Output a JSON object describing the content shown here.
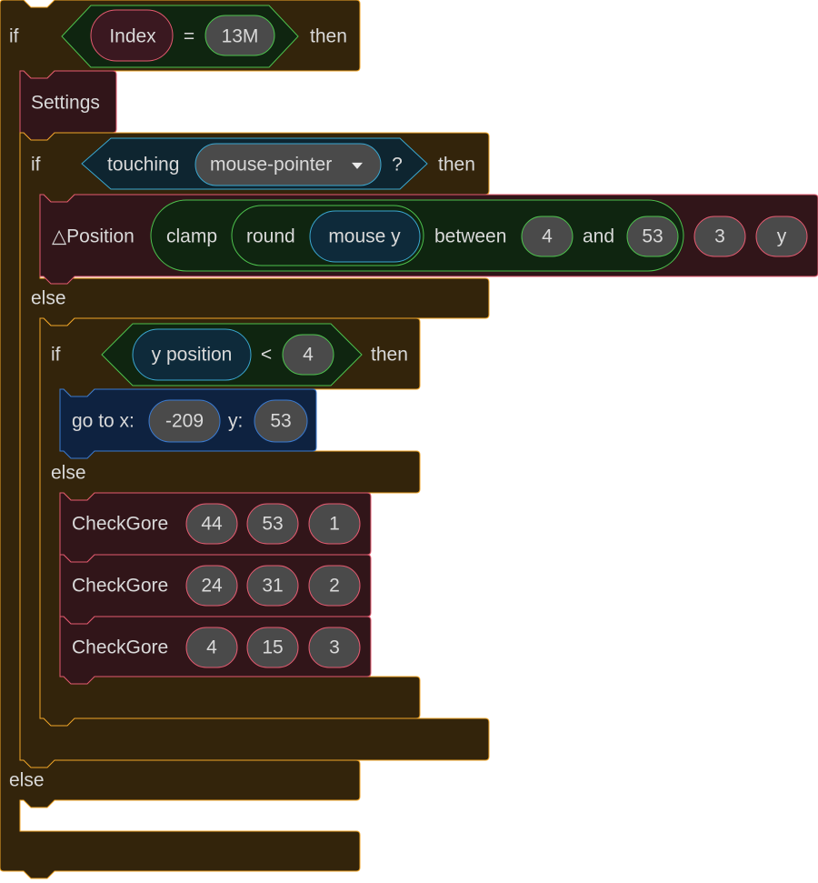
{
  "script": {
    "outer_if": {
      "if_label": "if",
      "then_label": "then",
      "else_label": "else",
      "condition": {
        "left_var": "Index",
        "operator": "=",
        "right_value": "13M"
      }
    },
    "settings_block": {
      "label": "Settings"
    },
    "inner_if": {
      "if_label": "if",
      "then_label": "then",
      "else_label": "else",
      "condition": {
        "prefix": "touching",
        "target": "mouse-pointer",
        "suffix": "?"
      }
    },
    "position_block": {
      "label": "△Position",
      "clamp": {
        "label": "clamp",
        "round_label": "round",
        "source": "mouse y",
        "between_label": "between",
        "min": "4",
        "and_label": "and",
        "max": "53"
      },
      "arg2": "3",
      "arg3": "y"
    },
    "nested_if": {
      "if_label": "if",
      "then_label": "then",
      "else_label": "else",
      "condition": {
        "left_var": "y position",
        "operator": "<",
        "right_value": "4"
      }
    },
    "goto_block": {
      "x_label": "go to x:",
      "x_value": "-209",
      "y_label": "y:",
      "y_value": "53"
    },
    "checkgore_blocks": [
      {
        "label": "CheckGore",
        "args": [
          "44",
          "53",
          "1"
        ]
      },
      {
        "label": "CheckGore",
        "args": [
          "24",
          "31",
          "2"
        ]
      },
      {
        "label": "CheckGore",
        "args": [
          "4",
          "15",
          "3"
        ]
      }
    ]
  }
}
